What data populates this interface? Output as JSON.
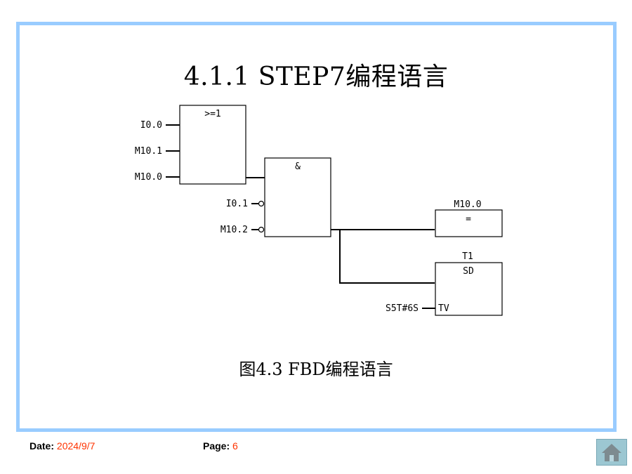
{
  "slide": {
    "title": "4.1.1 STEP7编程语言",
    "caption": "图4.3 FBD编程语言"
  },
  "diagram": {
    "or_block": {
      "symbol": ">=1",
      "inputs": [
        "I0.0",
        "M10.1",
        "M10.0"
      ]
    },
    "and_block": {
      "symbol": "&",
      "negated_inputs": [
        "I0.1",
        "M10.2"
      ]
    },
    "assign_block": {
      "address": "M10.0",
      "symbol": "="
    },
    "timer_block": {
      "address": "T1",
      "type": "SD",
      "tv_pin": "TV",
      "tv_value": "S5T#6S"
    }
  },
  "footer": {
    "date_label": "Date:",
    "date_value": "2024/9/7",
    "page_label": "Page:",
    "page_value": "6"
  },
  "colors": {
    "frame": "#99ccff",
    "accent": "#ff3300",
    "home_button": "#9cc7d2"
  },
  "icons": {
    "home": "home-icon"
  }
}
